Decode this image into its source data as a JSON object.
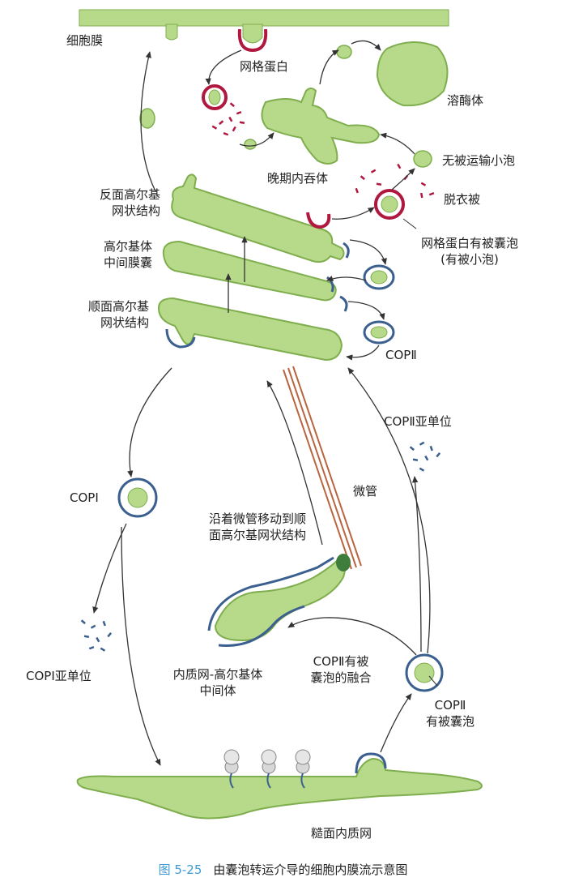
{
  "labels": {
    "plasma_membrane": "细胞膜",
    "clathrin": "网格蛋白",
    "lysosome": "溶酶体",
    "late_endosome": "晚期内吞体",
    "uncoated_vesicle": "无被运输小泡",
    "uncoating": "脱衣被",
    "trans_golgi_1": "反面高尔基",
    "trans_golgi_2": "网状结构",
    "golgi_medial_1": "高尔基体",
    "golgi_medial_2": "中间膜囊",
    "cis_golgi_1": "顺面高尔基",
    "cis_golgi_2": "网状结构",
    "clathrin_vesicle_1": "网格蛋白有被囊泡",
    "clathrin_vesicle_2": "(有被小泡)",
    "copii_right": "COPⅡ",
    "copii_subunit": "COPⅡ亚单位",
    "copi": "COPⅠ",
    "microtubule": "微管",
    "along_mt_1": "沿着微管移动到顺",
    "along_mt_2": "面高尔基网状结构",
    "copi_subunit": "COPⅠ亚单位",
    "ergic_1": "内质网-高尔基体",
    "ergic_2": "中间体",
    "copii_fusion_1": "COPⅡ有被",
    "copii_fusion_2": "囊泡的融合",
    "copii_coated_1": "COPⅡ",
    "copii_coated_2": "有被囊泡",
    "rough_er": "糙面内质网"
  },
  "caption": {
    "number": "图 5-25",
    "text": "由囊泡转运介导的细胞内膜流示意图"
  },
  "colors": {
    "membrane_fill": "#b7d98a",
    "membrane_edge": "#7fae4e",
    "clathrin": "#b0183f",
    "copii": "#3b5f8f",
    "microtubule": "#b8653f",
    "ergic_knob": "#3e7d3c",
    "arrow": "#333333",
    "caption_number": "#3f9ad6"
  }
}
